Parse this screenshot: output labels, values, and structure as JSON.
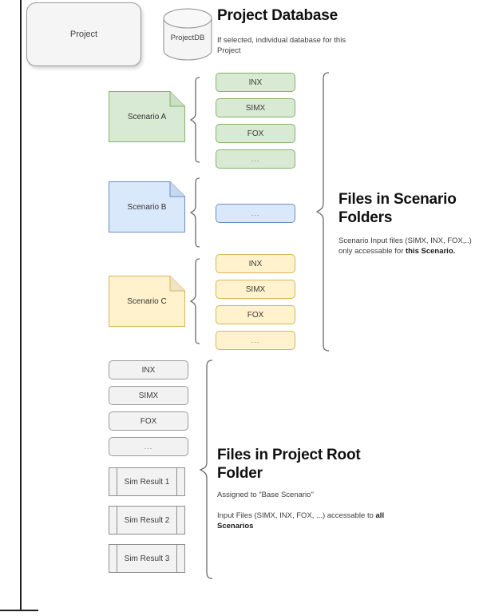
{
  "diagram": {
    "project": {
      "label": "Project"
    },
    "database": {
      "label": "ProjectDB"
    },
    "database_section": {
      "title": "Project Database",
      "description": "If selected, individual database for this Project"
    },
    "scenario_section": {
      "title": "Files in Scenario Folders",
      "description_prefix": "Scenario Input files (SIMX, INX, FOX,..) only accessable for ",
      "description_bold": "this Scenario.",
      "scenarios": [
        {
          "name": "Scenario A",
          "color": "green",
          "fill": "#d8ead3",
          "stroke": "#82b366",
          "files": [
            "INX",
            "SIMX",
            "FOX",
            "..."
          ]
        },
        {
          "name": "Scenario B",
          "color": "blue",
          "fill": "#dae8fc",
          "stroke": "#6c8ebf",
          "files": [
            "..."
          ]
        },
        {
          "name": "Scenario C",
          "color": "yellow",
          "fill": "#fff2cc",
          "stroke": "#d6b656",
          "files": [
            "INX",
            "SIMX",
            "FOX",
            "..."
          ]
        }
      ]
    },
    "root_section": {
      "title": "Files in Project Root Folder",
      "description_1": "Assigned to \"Base Scenario\"",
      "description_2_prefix": "Input Files (SIMX, INX, FOX, ...) accessable to ",
      "description_2_bold": "all Scenarios",
      "files": [
        "INX",
        "SIMX",
        "FOX",
        "..."
      ],
      "results": [
        "Sim Result 1",
        "Sim Result 2",
        "Sim Result 3"
      ]
    }
  }
}
